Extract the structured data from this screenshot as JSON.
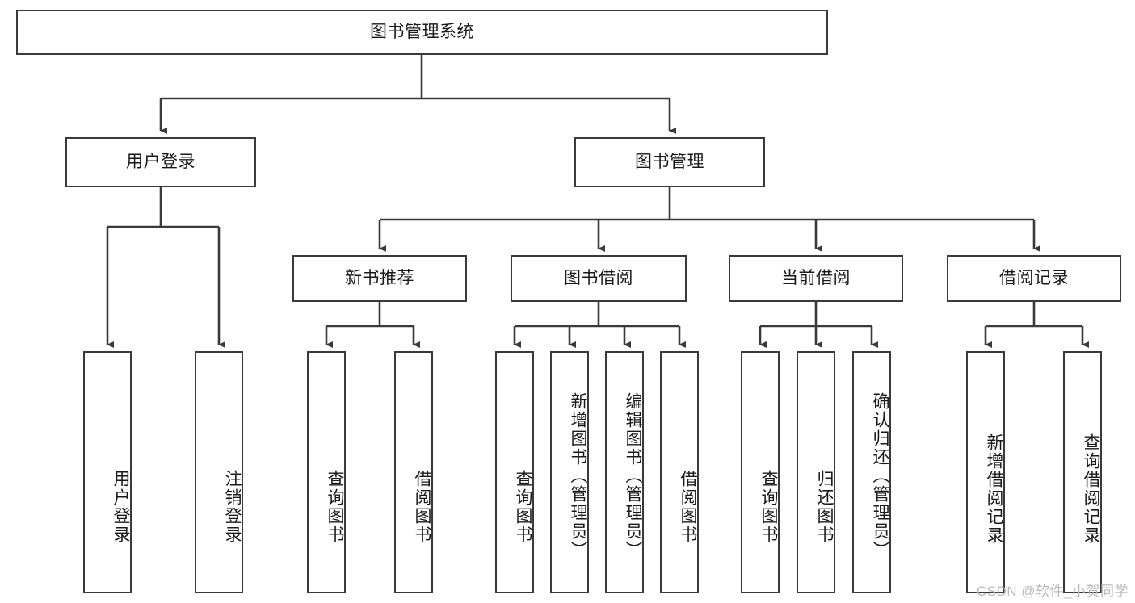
{
  "diagram": {
    "title": "图书管理系统",
    "type": "tree-hierarchy-diagram",
    "orientation": "top-down",
    "colors": {
      "box_border": "#3a3a3a",
      "box_fill": "#ffffff",
      "connector": "#3a3a3a",
      "text": "#1a1a1a",
      "watermark": "#b9b9b9"
    },
    "root": {
      "id": "root",
      "label": "图书管理系统"
    },
    "level2": [
      {
        "id": "user-login",
        "label": "用户登录"
      },
      {
        "id": "book-manage",
        "label": "图书管理"
      }
    ],
    "level3": [
      {
        "id": "new-book-rec",
        "label": "新书推荐",
        "parent": "book-manage"
      },
      {
        "id": "book-borrow",
        "label": "图书借阅",
        "parent": "book-manage"
      },
      {
        "id": "current-borrow",
        "label": "当前借阅",
        "parent": "book-manage"
      },
      {
        "id": "borrow-record",
        "label": "借阅记录",
        "parent": "book-manage"
      }
    ],
    "leaves": [
      {
        "id": "leaf-user-login",
        "label": "用户登录",
        "parent": "user-login"
      },
      {
        "id": "leaf-logout-login",
        "label": "注销登录",
        "parent": "user-login"
      },
      {
        "id": "leaf-query-book-1",
        "label": "查询图书",
        "parent": "new-book-rec"
      },
      {
        "id": "leaf-borrow-book-1",
        "label": "借阅图书",
        "parent": "new-book-rec"
      },
      {
        "id": "leaf-query-book-2",
        "label": "查询图书",
        "parent": "book-borrow"
      },
      {
        "id": "leaf-add-book",
        "label": "新增图书（管理员）",
        "parent": "book-borrow"
      },
      {
        "id": "leaf-edit-book",
        "label": "编辑图书（管理员）",
        "parent": "book-borrow"
      },
      {
        "id": "leaf-borrow-book-2",
        "label": "借阅图书",
        "parent": "book-borrow"
      },
      {
        "id": "leaf-query-book-3",
        "label": "查询图书",
        "parent": "current-borrow"
      },
      {
        "id": "leaf-return-book",
        "label": "归还图书",
        "parent": "current-borrow"
      },
      {
        "id": "leaf-confirm-return",
        "label": "确认归还（管理员）",
        "parent": "current-borrow"
      },
      {
        "id": "leaf-add-record",
        "label": "新增借阅记录",
        "parent": "borrow-record"
      },
      {
        "id": "leaf-query-record",
        "label": "查询借阅记录",
        "parent": "borrow-record"
      }
    ],
    "watermark": "CSDN @软件_小贺同学"
  }
}
